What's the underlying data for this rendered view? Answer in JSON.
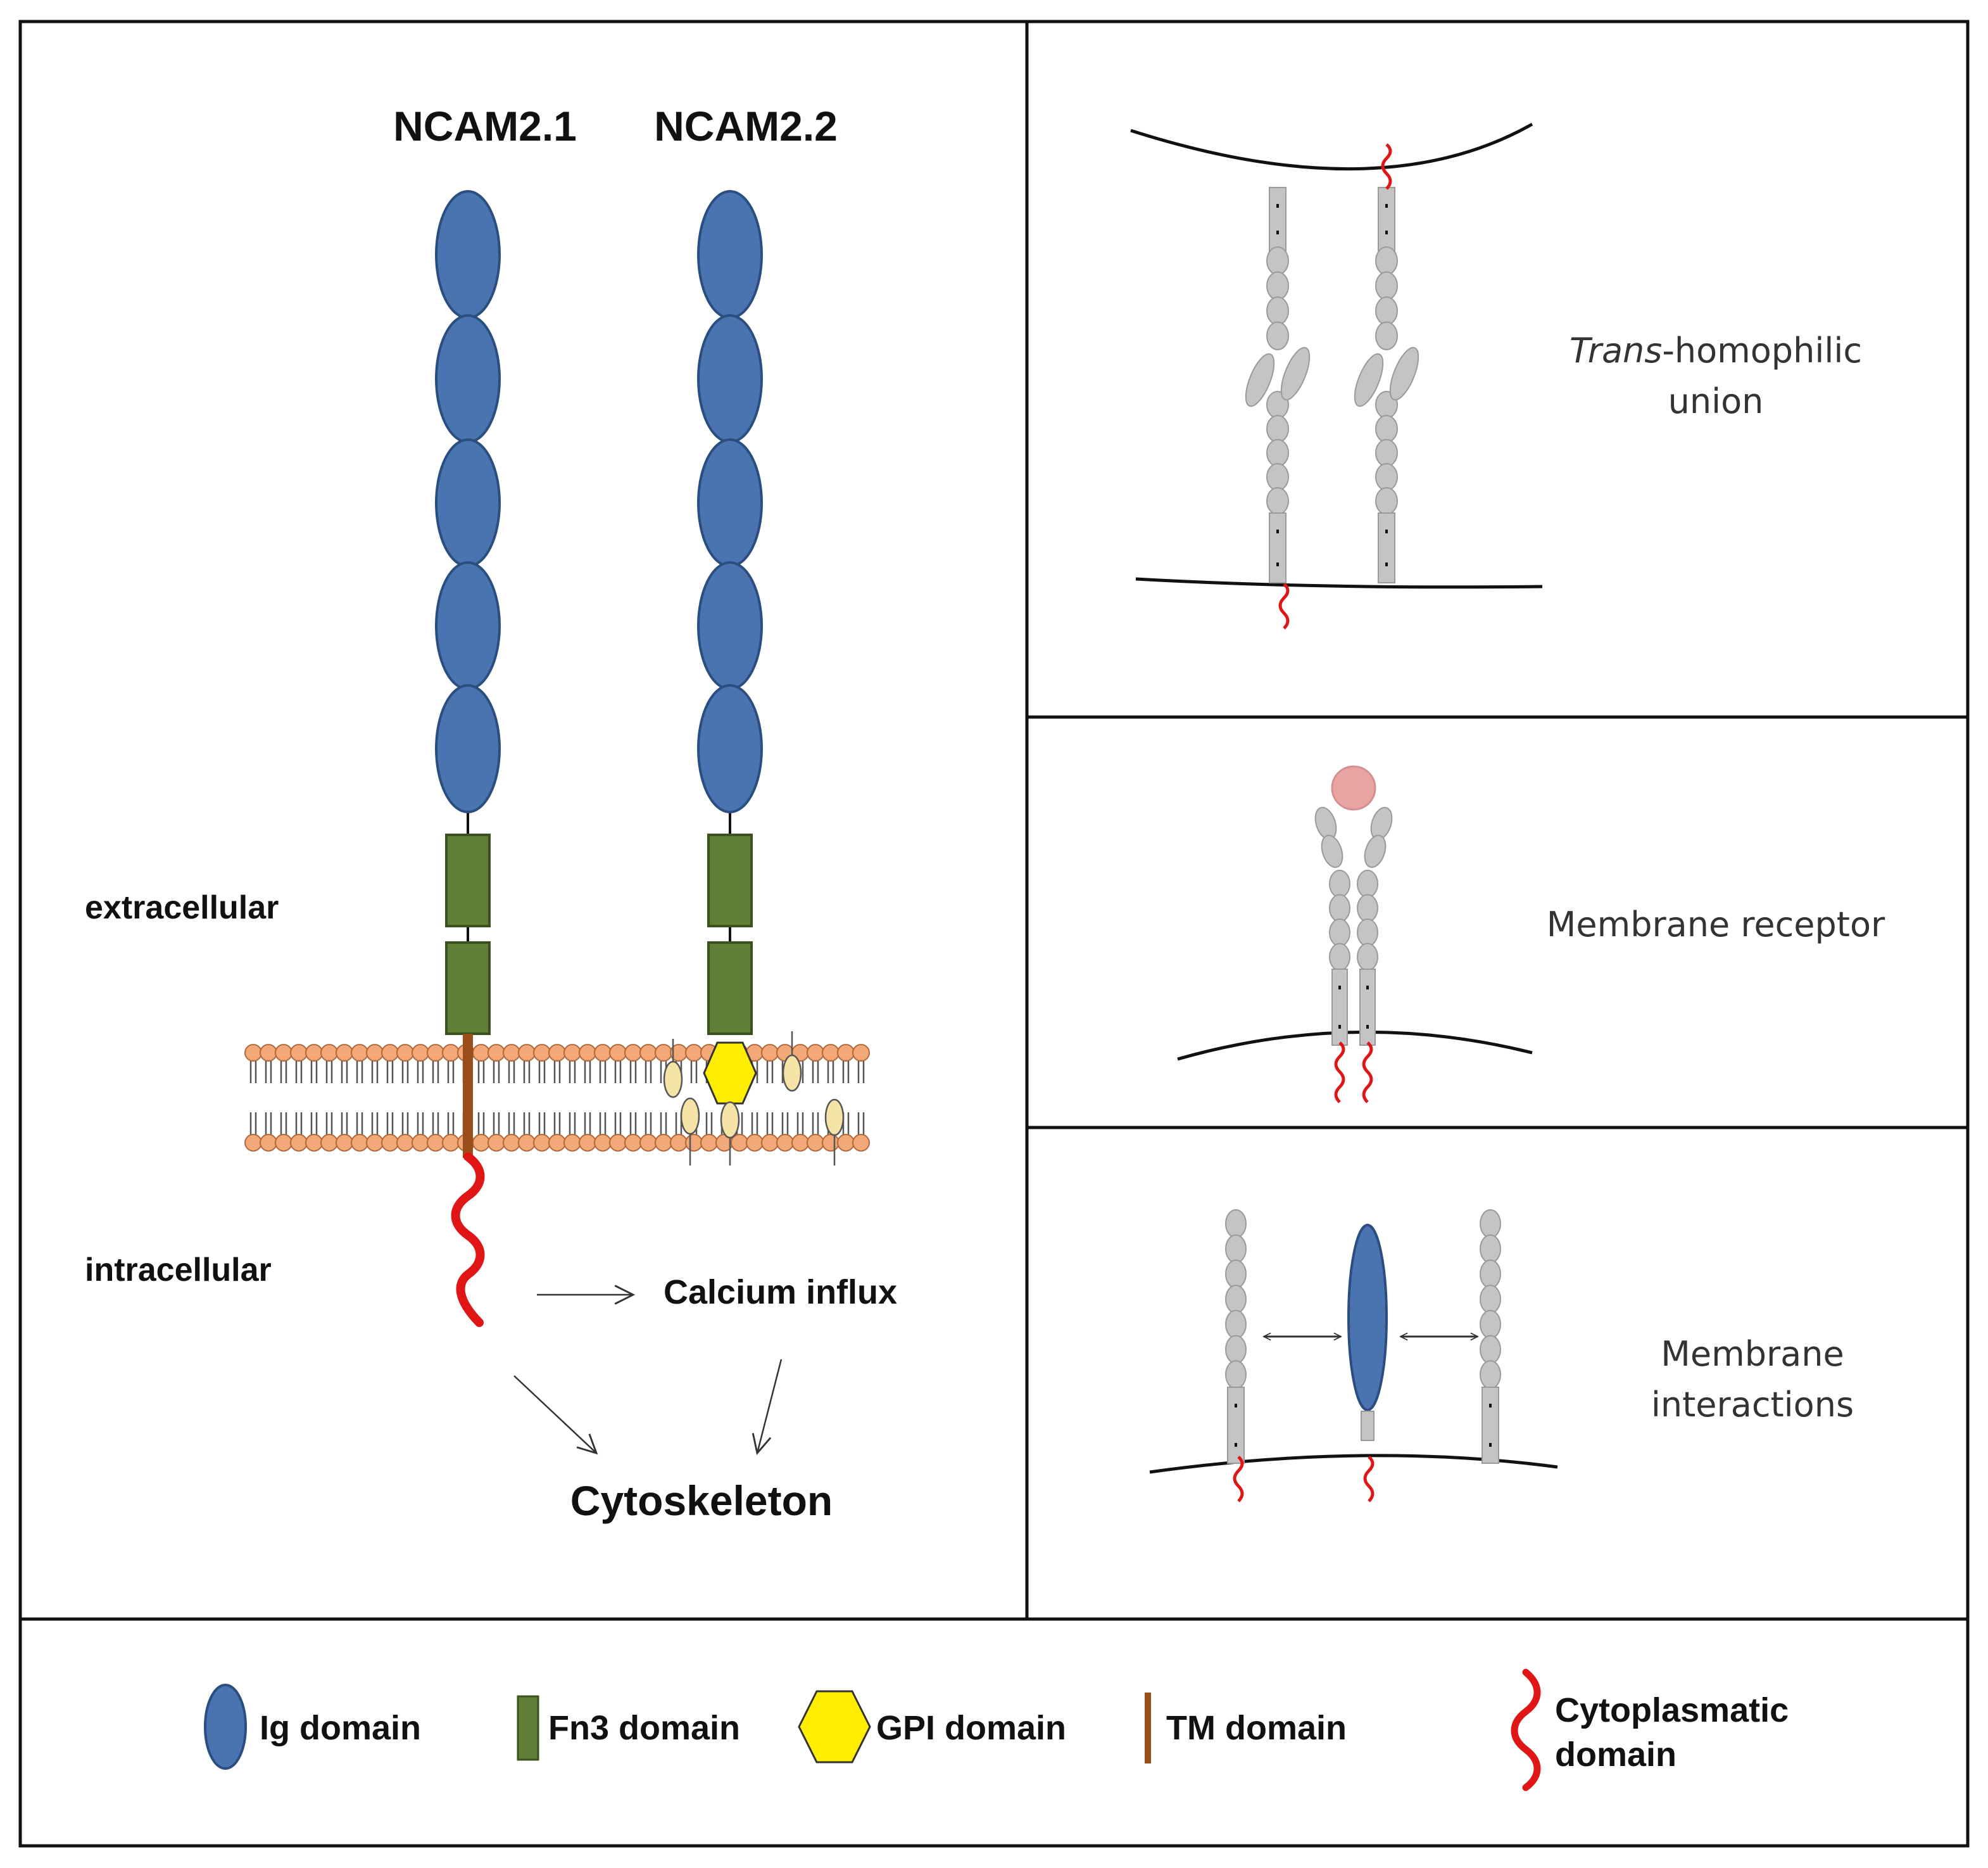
{
  "left_panel": {
    "label_ncam21": "NCAM2.1",
    "label_ncam22": "NCAM2.2",
    "label_extracellular": "extracellular",
    "label_intracellular": "intracellular",
    "label_calcium": "Calcium influx",
    "label_cytoskeleton": "Cytoskeleton"
  },
  "panels": {
    "trans_italic": "Trans",
    "trans_rest": "-homophilic",
    "trans_line2": "union",
    "receptor": "Membrane receptor",
    "interactions_line1": "Membrane",
    "interactions_line2": "interactions"
  },
  "legend": {
    "ig": "Ig domain",
    "fn3": "Fn3 domain",
    "gpi": "GPI domain",
    "tm": "TM domain",
    "cyto_line1": "Cytoplasmatic",
    "cyto_line2": "domain"
  },
  "colors": {
    "ig_blue": "#4a74b0",
    "fn3_green": "#5f7f34",
    "gpi_yellow": "#ffee00",
    "tm_brown": "#9a4f1a",
    "cyto_red": "#e01616",
    "lipid_head": "#f2a878",
    "grey_domain": "#c4c4c4",
    "ligand_pink": "#e9a3a3"
  }
}
